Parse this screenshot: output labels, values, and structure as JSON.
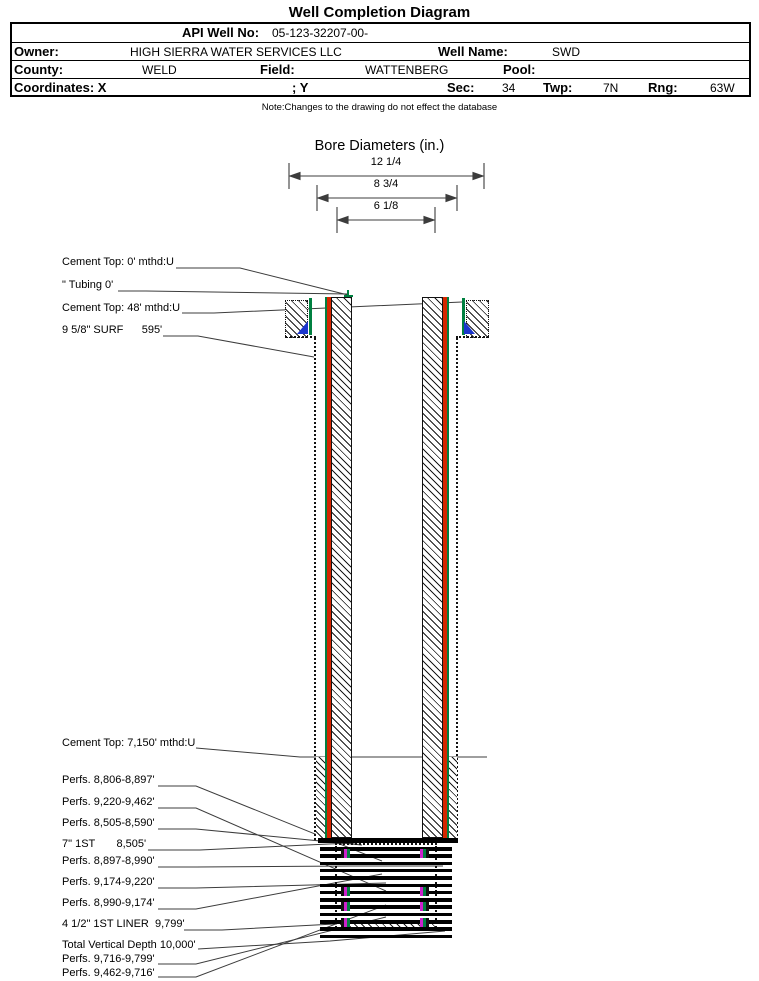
{
  "title": "Well Completion Diagram",
  "header": {
    "api_label": "API Well No:",
    "api_value": "05-123-32207-00-",
    "owner_label": "Owner:",
    "owner_value": "HIGH SIERRA WATER SERVICES LLC",
    "well_name_label": "Well Name:",
    "well_name_value": "SWD",
    "county_label": "County:",
    "county_value": "WELD",
    "field_label": "Field:",
    "field_value": "WATTENBERG",
    "pool_label": "Pool:",
    "pool_value": "",
    "coords_label": "Coordinates: X",
    "coords_y_label": "; Y",
    "sec_label": "Sec:",
    "sec_value": "34",
    "twp_label": "Twp:",
    "twp_value": "7N",
    "rng_label": "Rng:",
    "rng_value": "63W"
  },
  "note": "Note:Changes to the drawing do not effect the database",
  "bore_diameters": {
    "title": "Bore Diameters (in.)",
    "values": [
      "12 1/4",
      "8 3/4",
      "6 1/8"
    ]
  },
  "annotations": [
    {
      "text": "Cement Top: 0' mthd:U"
    },
    {
      "text": "\" Tubing 0'"
    },
    {
      "text": "Cement Top: 48' mthd:U"
    },
    {
      "text": "9 5/8\" SURF      595'"
    },
    {
      "text": "Cement Top: 7,150' mthd:U"
    },
    {
      "text": "Perfs. 8,806-8,897'"
    },
    {
      "text": "Perfs. 9,220-9,462'"
    },
    {
      "text": "Perfs. 8,505-8,590'"
    },
    {
      "text": "7\" 1ST       8,505'"
    },
    {
      "text": "Perfs. 8,897-8,990'"
    },
    {
      "text": "Perfs. 9,174-9,220'"
    },
    {
      "text": "Perfs. 8,990-9,174'"
    },
    {
      "text": "4 1/2\" 1ST LINER  9,799'"
    },
    {
      "text": "Total Vertical Depth 10,000'"
    },
    {
      "text": "Perfs. 9,716-9,799'"
    },
    {
      "text": "Perfs. 9,462-9,716'"
    }
  ],
  "colors": {
    "casing_red": "#d42700",
    "tubing_green": "#008040",
    "cement_shoe_blue": "#1a35cc",
    "perf_magenta": "#cc22cc",
    "leader_gray": "#3c3c3c"
  }
}
